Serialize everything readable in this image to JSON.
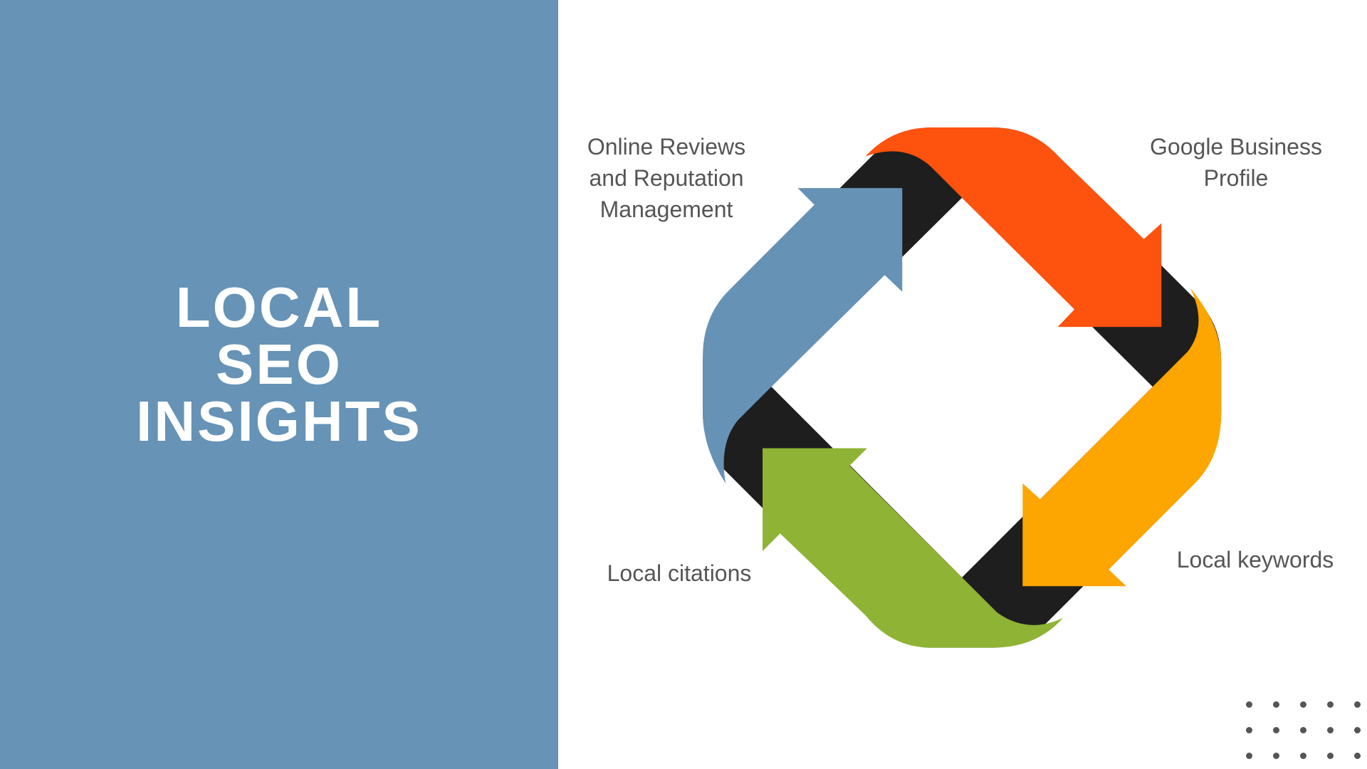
{
  "title": {
    "lines": [
      "LOCAL",
      "SEO",
      "INSIGHTS"
    ]
  },
  "diagram": {
    "type": "cycle",
    "steps": [
      {
        "label_lines": [
          "Google Business",
          "Profile"
        ],
        "color": "#fe520f"
      },
      {
        "label_lines": [
          "Local keywords"
        ],
        "color": "#fda500"
      },
      {
        "label_lines": [
          "Local citations"
        ],
        "color": "#8fb334"
      },
      {
        "label_lines": [
          "Online Reviews",
          "and Reputation",
          "Management"
        ],
        "color": "#6692b6"
      }
    ],
    "ring_color": "#1e1e1e"
  },
  "colors": {
    "panel": "#6693b6",
    "text": "#555555"
  }
}
